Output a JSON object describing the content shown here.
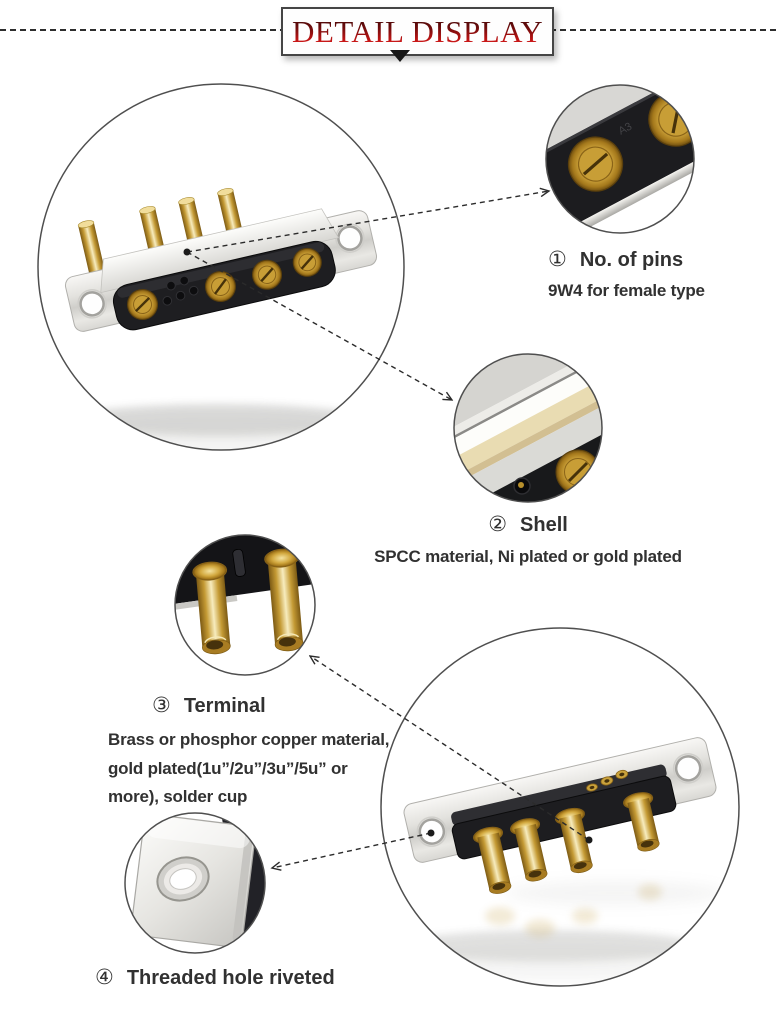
{
  "header": {
    "title": "DETAIL DISPLAY"
  },
  "callouts": {
    "pins": {
      "number": "①",
      "heading": "No. of pins",
      "lines": [
        "9W4 for female type"
      ]
    },
    "shell": {
      "number": "②",
      "heading": "Shell",
      "lines": [
        "SPCC material, Ni plated or gold plated"
      ]
    },
    "terminal": {
      "number": "③",
      "heading": "Terminal",
      "lines": [
        "Brass or phosphor copper material,",
        "gold plated(1u”/2u”/3u”/5u” or",
        "more), solder cup"
      ]
    },
    "rivet": {
      "number": "④",
      "heading": "Threaded hole riveted",
      "lines": []
    }
  },
  "images": {
    "pins_detail_marking": "A3"
  },
  "colors": {
    "title_red": "#c11414",
    "text": "#313131",
    "line": "#2b2b2b",
    "gold": "#c89e36",
    "shell_silver": "#d8d7d3",
    "insert_black": "#1d1d20"
  }
}
